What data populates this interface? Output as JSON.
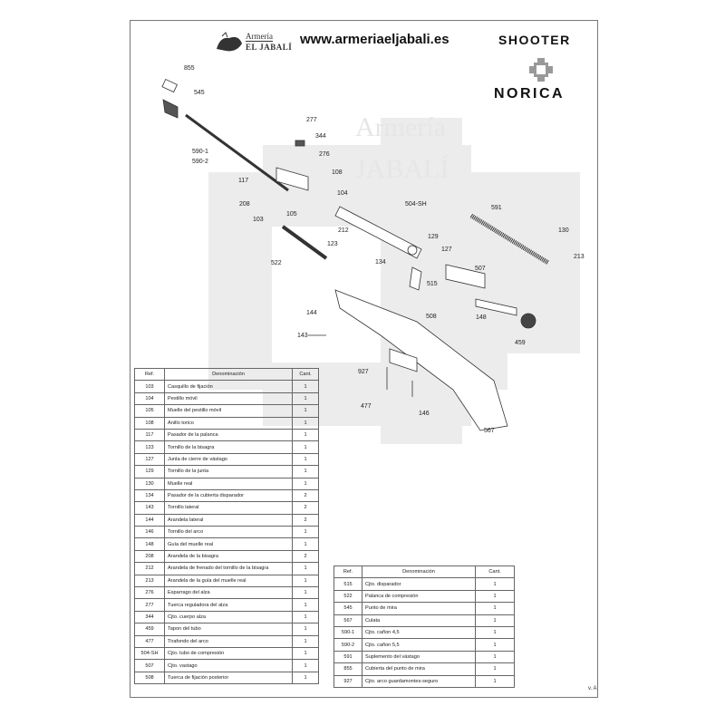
{
  "header": {
    "logo_line1": "Armería",
    "logo_line2": "EL JABALÍ",
    "url": "www.armeriaeljabali.es",
    "model": "SHOOTER",
    "brand": "NORICA"
  },
  "watermark": {
    "line1": "Armería",
    "line2": "JABALÍ"
  },
  "diagram": {
    "callouts": [
      "855",
      "545",
      "590-1",
      "590-2",
      "277",
      "344",
      "276",
      "108",
      "104",
      "117",
      "208",
      "103",
      "105",
      "212",
      "123",
      "522",
      "504-SH",
      "134",
      "129",
      "127",
      "507",
      "515",
      "508",
      "591",
      "130",
      "213",
      "148",
      "459",
      "144",
      "143",
      "927",
      "477",
      "146",
      "567"
    ]
  },
  "table1": {
    "headers": [
      "Ref.",
      "Denominación",
      "Cant."
    ],
    "rows": [
      [
        "103",
        "Casquillo de fijación",
        "1"
      ],
      [
        "104",
        "Pestillo móvil",
        "1"
      ],
      [
        "105",
        "Muelle del pestillo móvil",
        "1"
      ],
      [
        "108",
        "Anillo torico",
        "1"
      ],
      [
        "117",
        "Pasador de la palanca",
        "1"
      ],
      [
        "123",
        "Tornillo de la bisagra",
        "1"
      ],
      [
        "127",
        "Junta de cierre de vástago",
        "1"
      ],
      [
        "129",
        "Tornillo de la junta",
        "1"
      ],
      [
        "130",
        "Muelle real",
        "1"
      ],
      [
        "134",
        "Pasador de la cubierta disparador",
        "2"
      ],
      [
        "143",
        "Tornillo lateral",
        "2"
      ],
      [
        "144",
        "Arandela lateral",
        "2"
      ],
      [
        "146",
        "Tornillo del arco",
        "1"
      ],
      [
        "148",
        "Guía del muelle real",
        "1"
      ],
      [
        "208",
        "Arandela de la bisagra",
        "2"
      ],
      [
        "212",
        "Arandela de frenado del tornillo de la bisagra",
        "1"
      ],
      [
        "213",
        "Arandela de la guía del muelle real",
        "1"
      ],
      [
        "276",
        "Esparrago del alza",
        "1"
      ],
      [
        "277",
        "Tuerca reguladora del alza",
        "1"
      ],
      [
        "344",
        "Cjto. cuerpo alza",
        "1"
      ],
      [
        "459",
        "Tapon del tubo",
        "1"
      ],
      [
        "477",
        "Tirafondo del arco",
        "1"
      ],
      [
        "504-SH",
        "Cjto. tubo de compresión",
        "1"
      ],
      [
        "507",
        "Cjto. vastago",
        "1"
      ],
      [
        "508",
        "Tuerca de fijación posterior",
        "1"
      ]
    ]
  },
  "table2": {
    "headers": [
      "Ref.",
      "Denominación",
      "Cant."
    ],
    "rows": [
      [
        "515",
        "Cjto. disparador",
        "1"
      ],
      [
        "522",
        "Palanca de compresión",
        "1"
      ],
      [
        "545",
        "Punto de mira",
        "1"
      ],
      [
        "567",
        "Culata",
        "1"
      ],
      [
        "590-1",
        "Cjto. cañon 4,5",
        "1"
      ],
      [
        "590-2",
        "Cjto. cañon 5,5",
        "1"
      ],
      [
        "591",
        "Suplemento del vástago",
        "1"
      ],
      [
        "855",
        "Cubierta del punto de mira",
        "1"
      ],
      [
        "927",
        "Cjto. arco guardamontes-seguro",
        "1"
      ]
    ]
  },
  "version": "v. A"
}
